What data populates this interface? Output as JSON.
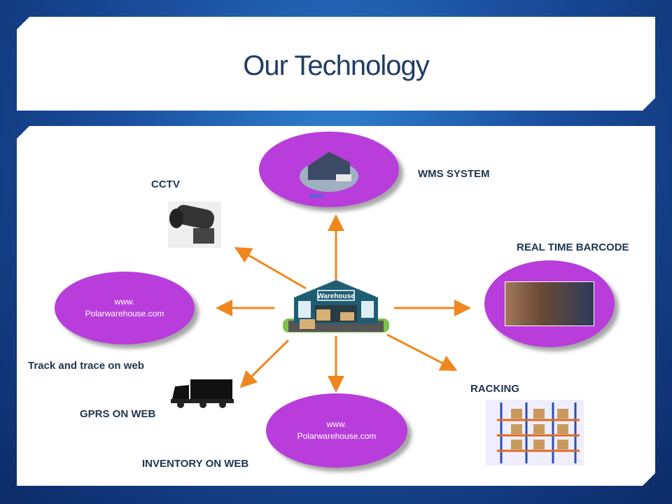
{
  "title": "Our Technology",
  "labels": {
    "cctv": "CCTV",
    "wms": "WMS SYSTEM",
    "barcode": "REAL TIME BARCODE",
    "track": "Track and trace on web",
    "gprs": "GPRS ON WEB",
    "racking": "RACKING",
    "inventory": "INVENTORY ON WEB"
  },
  "web_left": {
    "line1": "www.",
    "line2": "Polarwarehouse.com"
  },
  "web_bottom": {
    "line1": "www.",
    "line2": "Polarwarehouse.com"
  },
  "center": {
    "sign": "Warehouse"
  },
  "wms_logo": "WMS",
  "colors": {
    "arrow": "#f0871e",
    "ellipse": "#b83ddb",
    "text": "#1f3550"
  }
}
